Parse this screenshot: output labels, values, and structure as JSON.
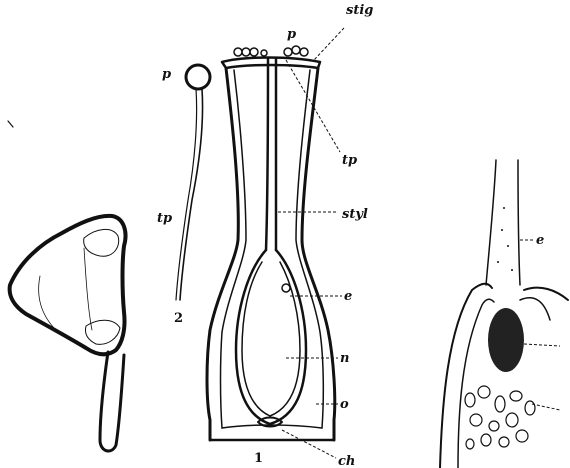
{
  "figure_labels": {
    "stig": "stig",
    "p_top": "p",
    "p_left": "p",
    "tp_right": "tp",
    "tp_left": "tp",
    "styl": "styl",
    "e_center": "e",
    "n": "n",
    "o": "o",
    "ch": "ch",
    "fig1": "1",
    "fig2": "2",
    "e_right": "e"
  }
}
